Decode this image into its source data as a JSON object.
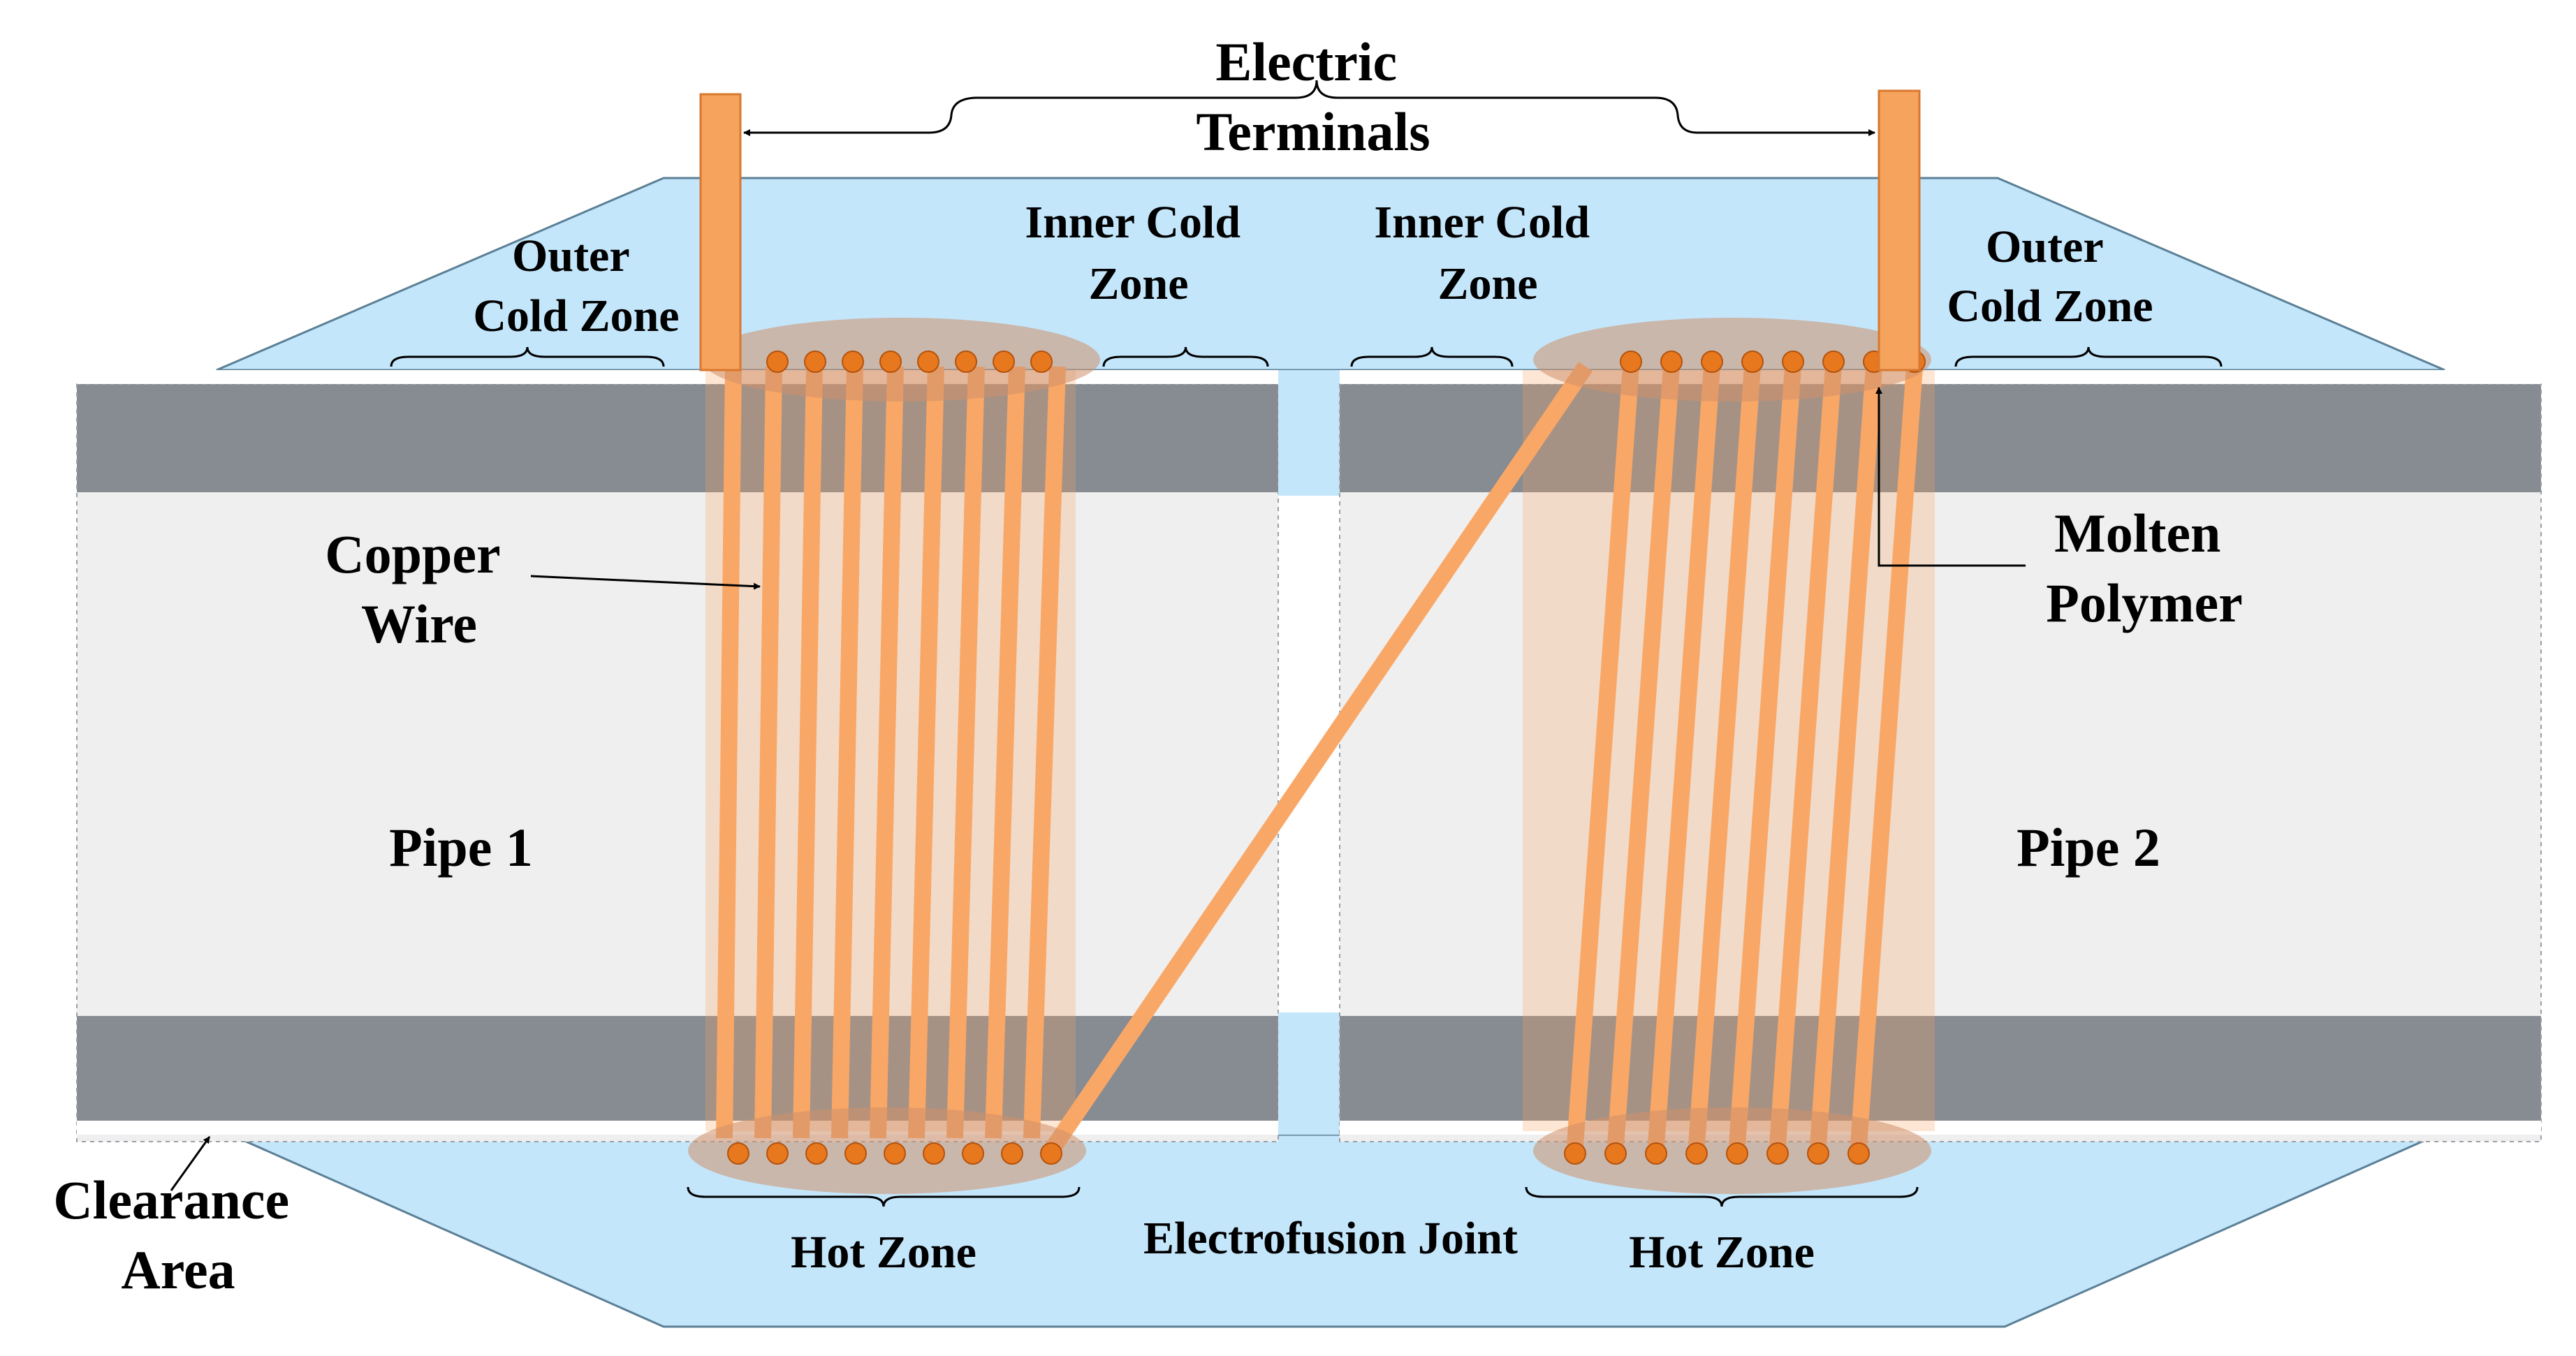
{
  "labels": {
    "electric_terminals": [
      "Electric",
      "Terminals"
    ],
    "outer_cold_zone_left": [
      "Outer",
      "Cold Zone"
    ],
    "inner_cold_zone_left": [
      "Inner Cold",
      "Zone"
    ],
    "inner_cold_zone_right": [
      "Inner Cold",
      "Zone"
    ],
    "outer_cold_zone_right": [
      "Outer",
      "Cold Zone"
    ],
    "copper_wire": [
      "Copper",
      "Wire"
    ],
    "molten_polymer": [
      "Molten",
      "Polymer"
    ],
    "pipe_1": "Pipe 1",
    "pipe_2": "Pipe 2",
    "clearance_area": [
      "Clearance",
      "Area"
    ],
    "hot_zone_left": "Hot Zone",
    "electrofusion_joint": "Electrofusion Joint",
    "hot_zone_right": "Hot Zone"
  },
  "colors": {
    "fitting": "#c4e6fb",
    "fitting_edge": "#5b7f95",
    "pipe_wall": "#878b92",
    "pipe_bore": "#efefef",
    "copper": "#f9a766",
    "terminal": "#f6a35e",
    "terminal_edge": "#d8782f",
    "wire_dot": "#e8781e",
    "wire_dot_edge": "#b4520c",
    "molten": "#d08f6a"
  }
}
